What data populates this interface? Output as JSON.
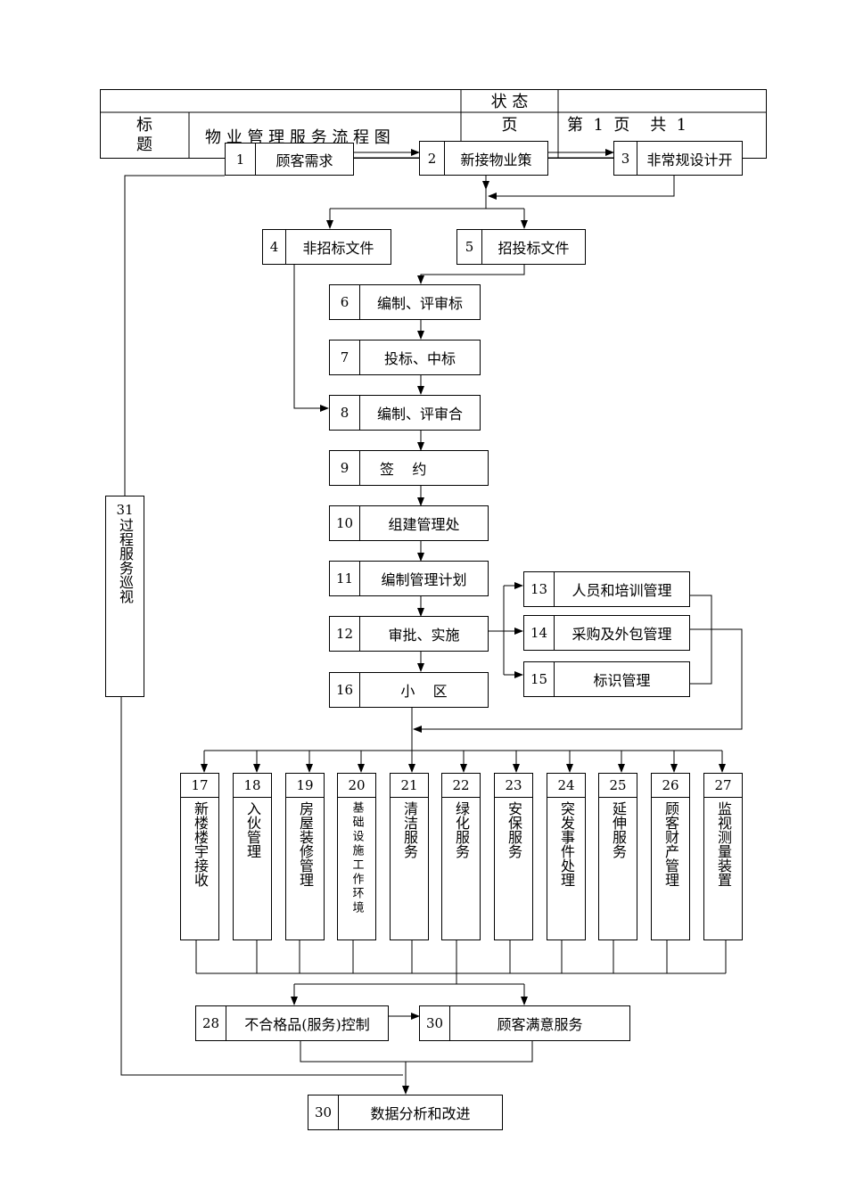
{
  "header": {
    "status_label": "状 态",
    "title_label": "标\n题",
    "title_text": "物 业 管 理 服 务 流 程 图",
    "page_label": "页",
    "page_value": "第  1  页    共  1"
  },
  "steps": {
    "s1": {
      "num": "1",
      "label": "顾客需求"
    },
    "s2": {
      "num": "2",
      "label": "新接物业策"
    },
    "s3": {
      "num": "3",
      "label": "非常规设计开"
    },
    "s4": {
      "num": "4",
      "label": "非招标文件"
    },
    "s5": {
      "num": "5",
      "label": "招投标文件"
    },
    "s6": {
      "num": "6",
      "label": "编制、评审标"
    },
    "s7": {
      "num": "7",
      "label": "投标、中标"
    },
    "s8": {
      "num": "8",
      "label": "编制、评审合"
    },
    "s9": {
      "num": "9",
      "label": "签    约"
    },
    "s10": {
      "num": "10",
      "label": "组建管理处"
    },
    "s11": {
      "num": "11",
      "label": "编制管理计划"
    },
    "s12": {
      "num": "12",
      "label": "审批、实施"
    },
    "s13": {
      "num": "13",
      "label": "人员和培训管理"
    },
    "s14": {
      "num": "14",
      "label": "采购及外包管理"
    },
    "s15": {
      "num": "15",
      "label": "标识管理"
    },
    "s16": {
      "num": "16",
      "label": "小    区"
    },
    "s28": {
      "num": "28",
      "label": "不合格品(服务)控制"
    },
    "s30a": {
      "num": "30",
      "label": "顾客满意服务"
    },
    "s30b": {
      "num": "30",
      "label": "数据分析和改进"
    }
  },
  "services": [
    {
      "num": "17",
      "label": "新楼楼宇接收"
    },
    {
      "num": "18",
      "label": "入伙管理"
    },
    {
      "num": "19",
      "label": "房屋装修管理"
    },
    {
      "num": "20",
      "label": "基础设施工作环境"
    },
    {
      "num": "21",
      "label": "清洁服务"
    },
    {
      "num": "22",
      "label": "绿化服务"
    },
    {
      "num": "23",
      "label": "安保服务"
    },
    {
      "num": "24",
      "label": "突发事件处理"
    },
    {
      "num": "25",
      "label": "延伸服务"
    },
    {
      "num": "26",
      "label": "顾客财产管理"
    },
    {
      "num": "27",
      "label": "监视测量装置"
    }
  ],
  "patrol": {
    "num": "31",
    "label": "过程服务巡视"
  }
}
